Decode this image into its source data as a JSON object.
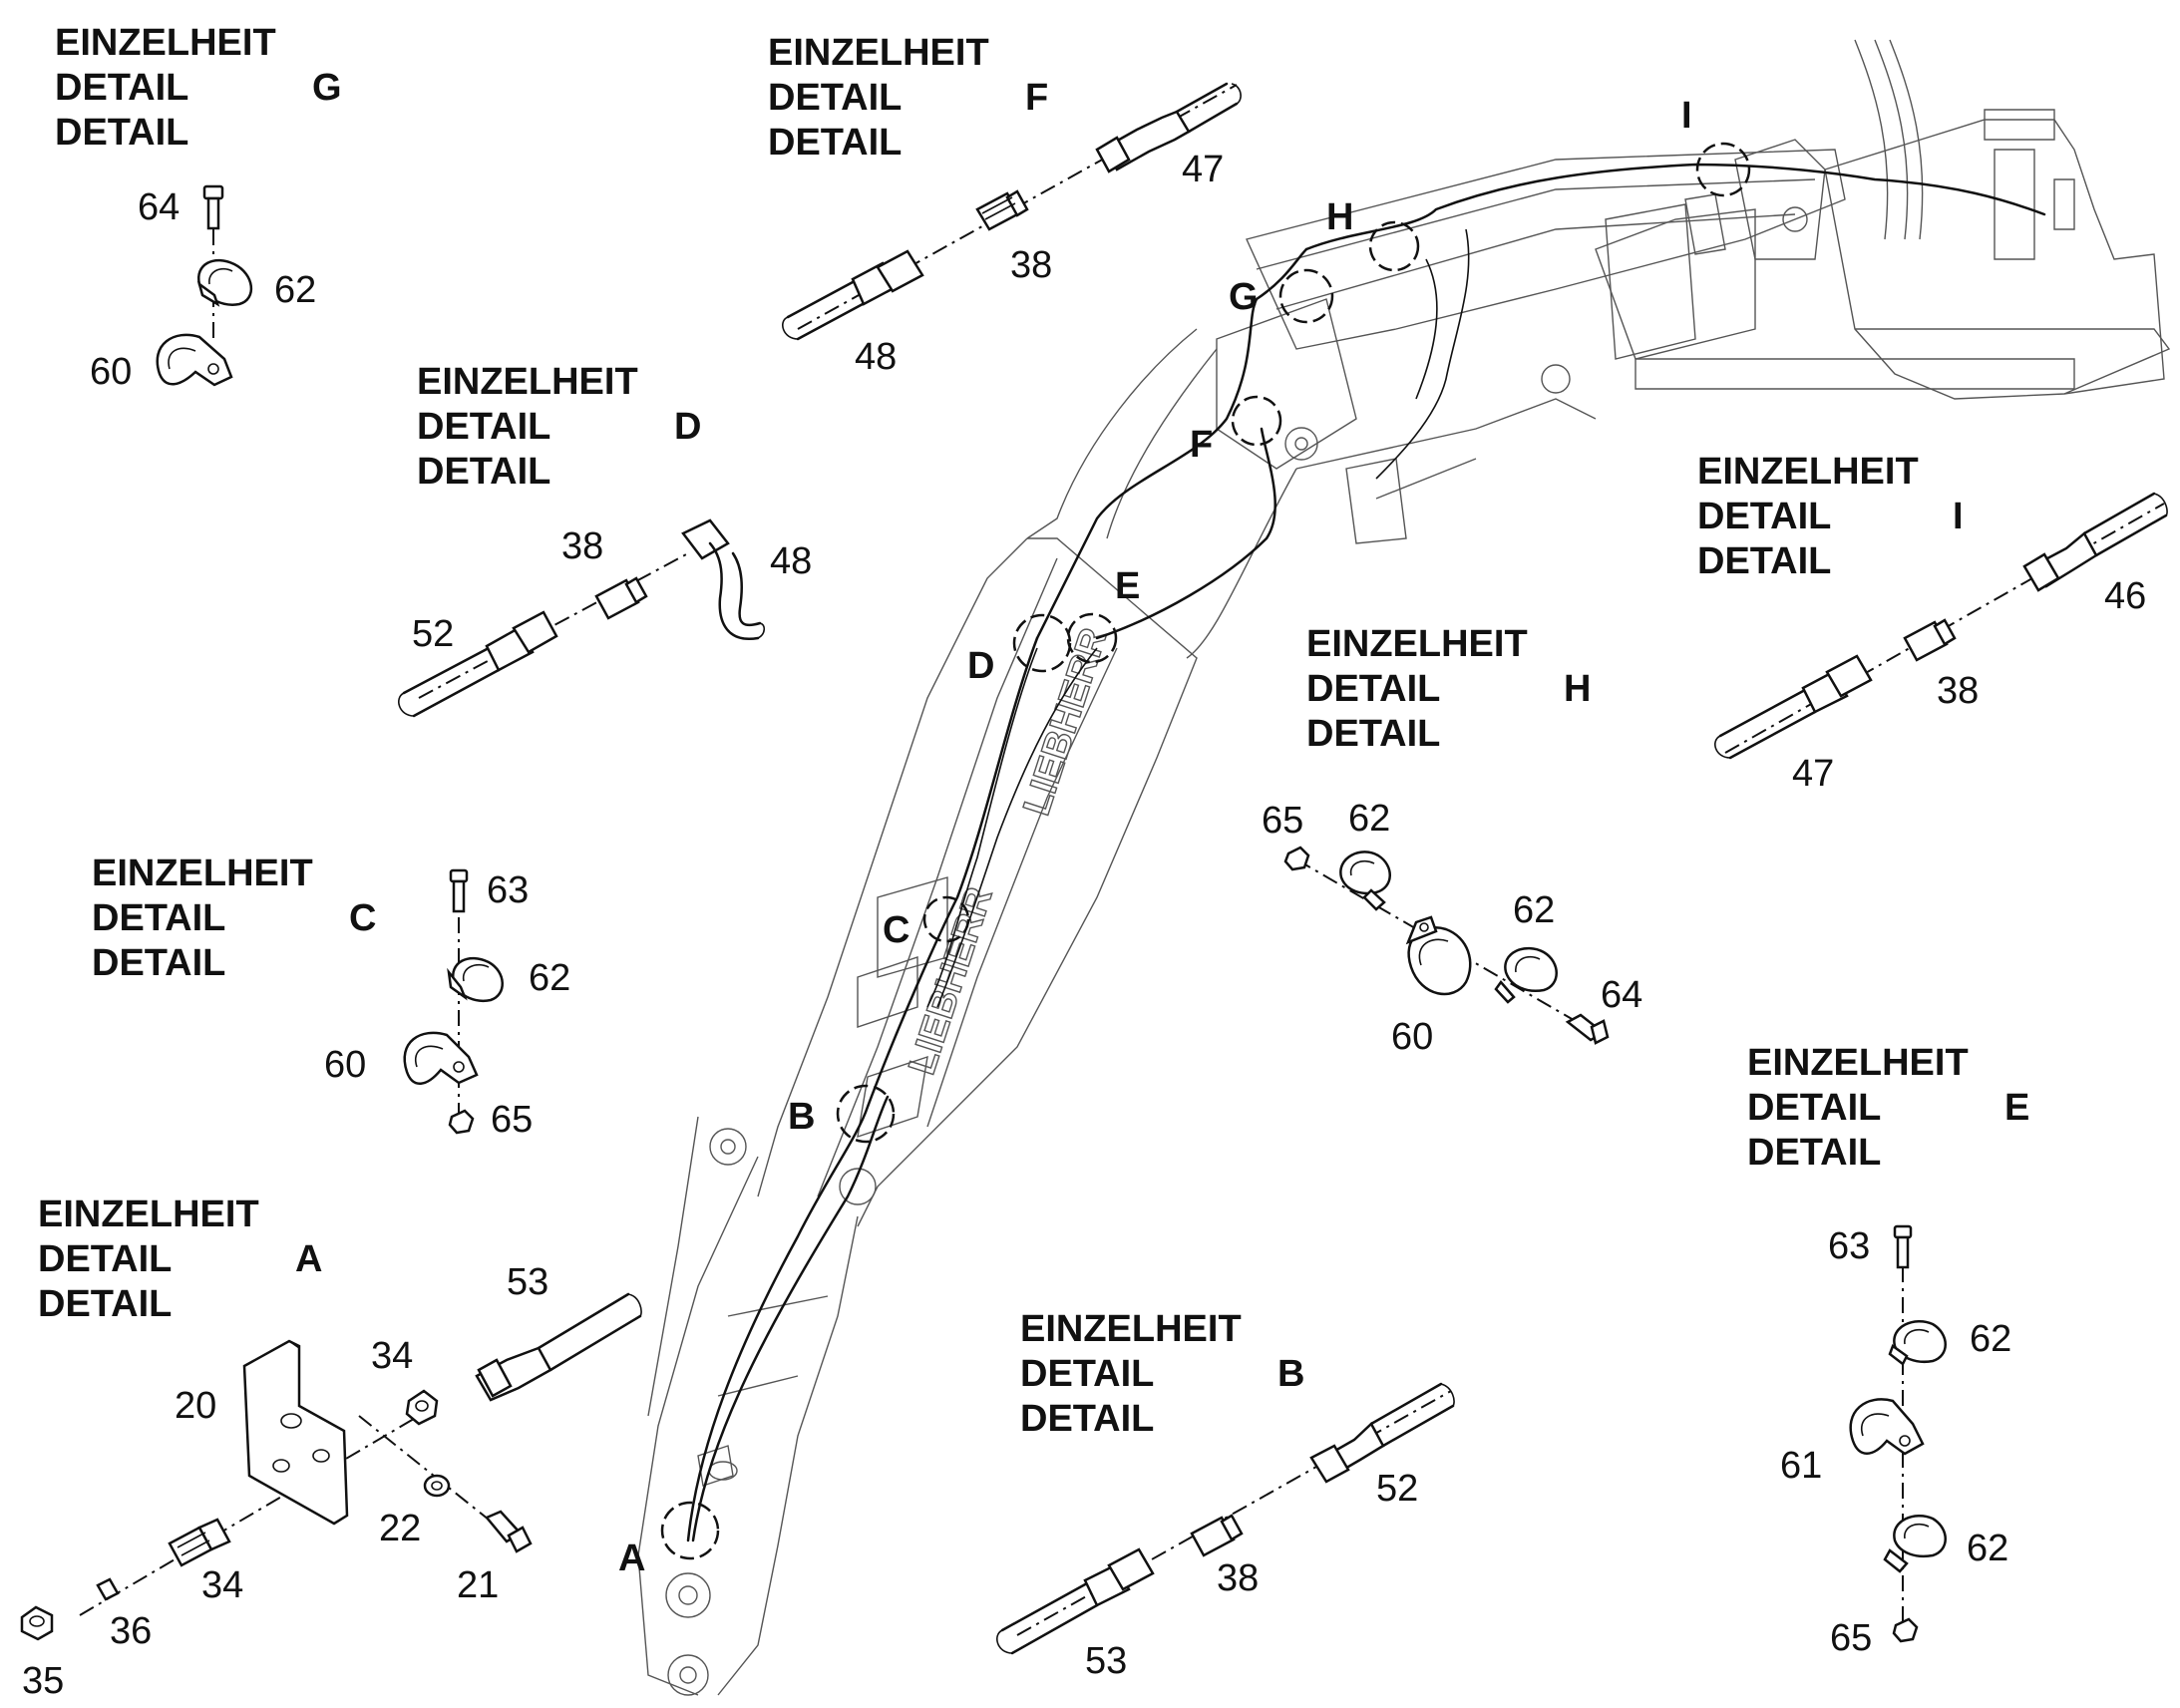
{
  "details": {
    "G": {
      "line1": "EINZELHEIT",
      "line2": "DETAIL",
      "letter": "G",
      "line3": "DETAIL"
    },
    "F": {
      "line1": "EINZELHEIT",
      "line2": "DETAIL",
      "letter": "F",
      "line3": "DETAIL"
    },
    "D": {
      "line1": "EINZELHEIT",
      "line2": "DETAIL",
      "letter": "D",
      "line3": "DETAIL"
    },
    "I": {
      "line1": "EINZELHEIT",
      "line2": "DETAIL",
      "letter": "I",
      "line3": "DETAIL"
    },
    "H": {
      "line1": "EINZELHEIT",
      "line2": "DETAIL",
      "letter": "H",
      "line3": "DETAIL"
    },
    "C": {
      "line1": "EINZELHEIT",
      "line2": "DETAIL",
      "letter": "C",
      "line3": "DETAIL"
    },
    "E": {
      "line1": "EINZELHEIT",
      "line2": "DETAIL",
      "letter": "E",
      "line3": "DETAIL"
    },
    "A": {
      "line1": "EINZELHEIT",
      "line2": "DETAIL",
      "letter": "A",
      "line3": "DETAIL"
    },
    "B": {
      "line1": "EINZELHEIT",
      "line2": "DETAIL",
      "letter": "B",
      "line3": "DETAIL"
    }
  },
  "parts": {
    "G": [
      "64",
      "62",
      "60"
    ],
    "F": [
      "47",
      "38",
      "48"
    ],
    "D": [
      "38",
      "48",
      "52"
    ],
    "I": [
      "46",
      "38",
      "47"
    ],
    "H": [
      "65",
      "62",
      "62",
      "60",
      "64"
    ],
    "C": [
      "63",
      "62",
      "60",
      "65"
    ],
    "E": [
      "63",
      "62",
      "61",
      "62",
      "65"
    ],
    "A": [
      "53",
      "34",
      "20",
      "22",
      "21",
      "34",
      "36",
      "35"
    ],
    "B": [
      "52",
      "38",
      "53"
    ]
  },
  "callouts": [
    "A",
    "B",
    "C",
    "D",
    "E",
    "F",
    "G",
    "H",
    "I"
  ],
  "boom_lettering": [
    "LIEBHERR",
    "LIEBHERR"
  ]
}
